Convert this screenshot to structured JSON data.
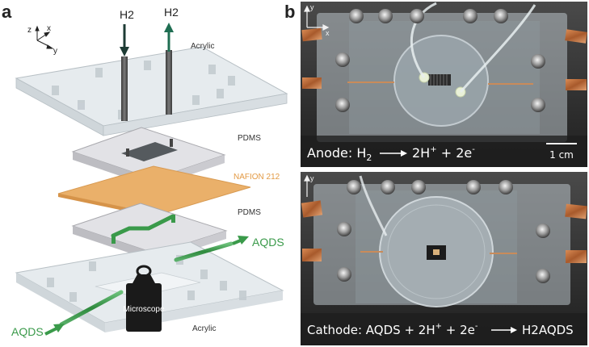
{
  "panels": {
    "a": {
      "letter": "a",
      "axes": {
        "z": "z",
        "x": "x",
        "y": "y"
      },
      "arrows": {
        "in": "H2",
        "out": "H2"
      },
      "layers": {
        "acrylic_top": "Acrylic",
        "pdms_top": "PDMS",
        "nafion": "NAFION 212",
        "pdms_bottom": "PDMS",
        "acrylic_bottom": "Acrylic"
      },
      "flow": {
        "outlet": "AQDS",
        "inlet": "AQDS"
      },
      "microscope": "Microscope"
    },
    "b": {
      "letter": "b",
      "top_photo": {
        "axis_y": "y",
        "axis_x": "x",
        "scale_bar": "1 cm"
      },
      "bottom_photo": {
        "axis_y": "y"
      },
      "anode": {
        "lhs": "Anode: H",
        "lhs_sub": "2",
        "rhs": "2H",
        "rhs_sup": "+",
        "mid": " + 2e",
        "mid_sup": "-"
      },
      "cathode": {
        "lhs": "Cathode: AQDS + 2H",
        "lhs_sup": "+",
        "mid": " + 2e",
        "mid_sup": "-",
        "rhs": "H2AQDS"
      }
    }
  },
  "colors": {
    "aqds_green": "#3a9a4a",
    "nafion_orange": "#e8a050",
    "pdms_gray": "#c9c9cd",
    "acrylic": "#dfe6ea",
    "copper": "#b86a3a",
    "photo_dark": "#2a2a2a"
  }
}
